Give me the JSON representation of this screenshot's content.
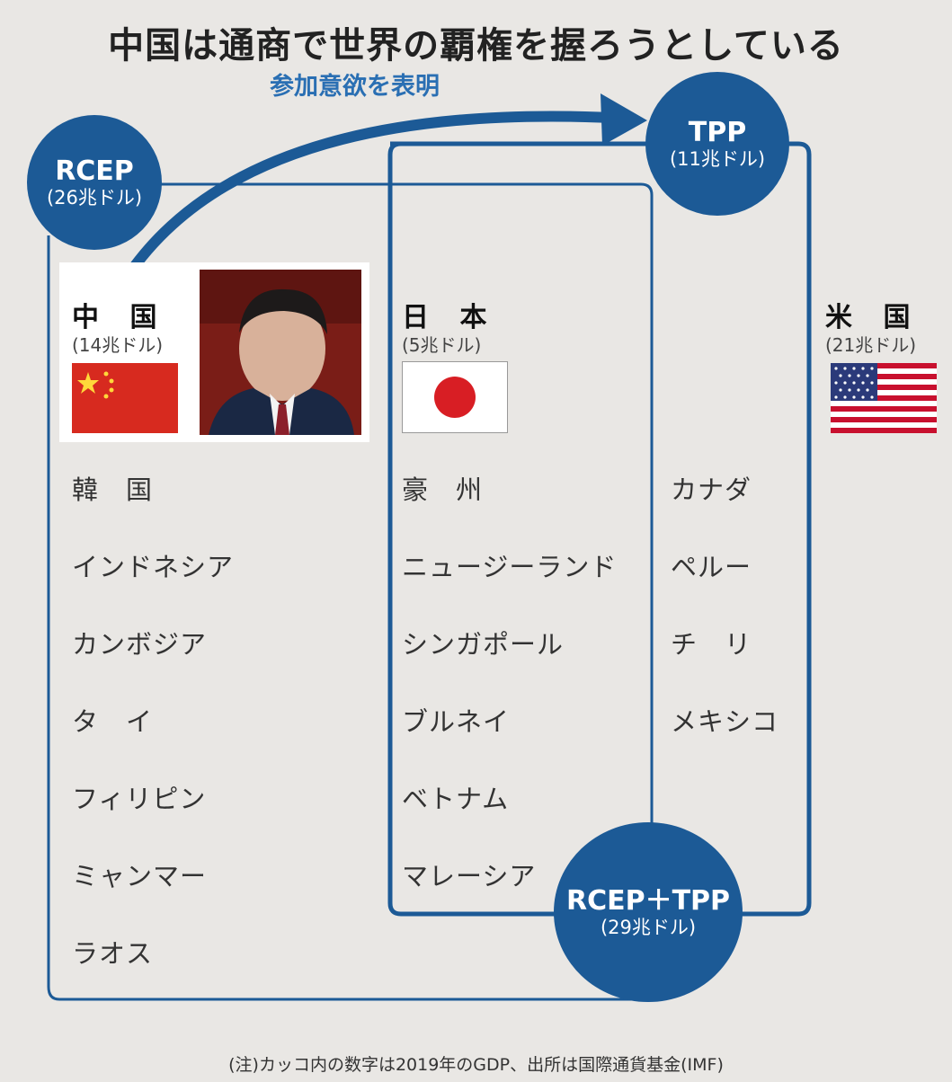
{
  "title": "中国は通商で世界の覇権を握ろうとしている",
  "arrow_label": "参加意欲を表明",
  "groups": {
    "rcep": {
      "name": "RCEP",
      "gdp": "(26兆ドル)"
    },
    "tpp": {
      "name": "TPP",
      "gdp": "(11兆ドル)"
    },
    "both": {
      "name": "RCEP＋TPP",
      "gdp": "(29兆ドル)"
    }
  },
  "countries": {
    "china": {
      "name": "中 国",
      "gdp": "(14兆ドル)"
    },
    "japan": {
      "name": "日 本",
      "gdp": "(5兆ドル)"
    },
    "usa": {
      "name": "米 国",
      "gdp": "(21兆ドル)"
    }
  },
  "rcep_only_members": [
    "韓　国",
    "インドネシア",
    "カンボジア",
    "タ　イ",
    "フィリピン",
    "ミャンマー",
    "ラオス"
  ],
  "both_members": [
    "豪　州",
    "ニュージーランド",
    "シンガポール",
    "ブルネイ",
    "ベトナム",
    "マレーシア"
  ],
  "tpp_only_members": [
    "カナダ",
    "ペルー",
    "チ　リ",
    "メキシコ"
  ],
  "note": "(注)カッコ内の数字は2019年のGDP、出所は国際通貨基金(IMF)",
  "colors": {
    "brand_blue": "#1c5a96",
    "arrow_blue": "#2a6fb3",
    "background": "#e9e7e4"
  }
}
